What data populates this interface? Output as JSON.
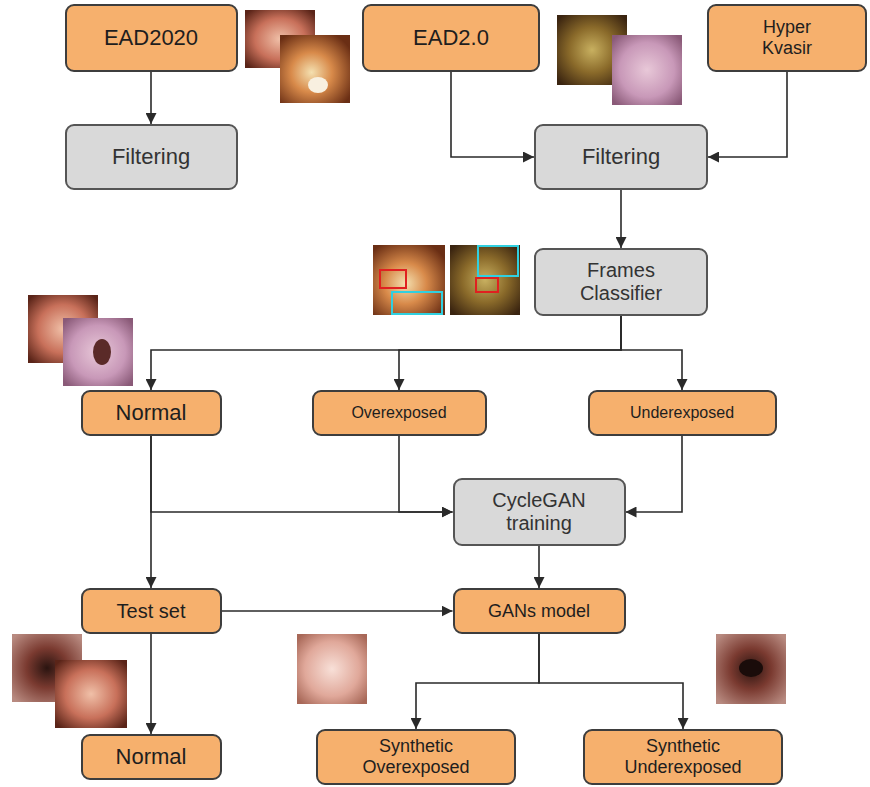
{
  "diagram": {
    "nodes": [
      {
        "text": [
          "EAD2020"
        ]
      },
      {
        "text": [
          "EAD2.0"
        ]
      },
      {
        "text": [
          "Hyper Kvasir"
        ]
      },
      {
        "text": [
          "Filtering"
        ]
      },
      {
        "text": [
          "Filtering"
        ]
      },
      {
        "text": [
          "Frames Classifier"
        ]
      },
      {
        "text": [
          "Normal"
        ]
      },
      {
        "text": [
          "Overexposed"
        ]
      },
      {
        "text": [
          "Underexposed"
        ]
      },
      {
        "text": [
          "CycleGAN training"
        ]
      },
      {
        "text": [
          "Test set"
        ]
      },
      {
        "text": [
          "GANs model"
        ]
      },
      {
        "text": [
          "Normal"
        ]
      },
      {
        "text": [
          "Synthetic Overexposed"
        ]
      },
      {
        "text": [
          "Synthetic Underexposed"
        ]
      }
    ],
    "edges": [
      {
        "from": 0,
        "to": 3,
        "arrow": "to"
      },
      {
        "from": 1,
        "to": 4,
        "arrow": "to"
      },
      {
        "from": 2,
        "to": 4,
        "arrow": "to"
      },
      {
        "from": 4,
        "to": 5,
        "arrow": "to"
      },
      {
        "from": 5,
        "to": 6,
        "arrow": "to"
      },
      {
        "from": 5,
        "to": 7,
        "arrow": "to"
      },
      {
        "from": 5,
        "to": 8,
        "arrow": "to"
      },
      {
        "from": 6,
        "to": 9,
        "arrow": "to"
      },
      {
        "from": 7,
        "to": 9,
        "arrow": "to"
      },
      {
        "from": 8,
        "to": 9,
        "arrow": "to"
      },
      {
        "from": 6,
        "to": 10,
        "arrow": "to"
      },
      {
        "from": 9,
        "to": 11,
        "arrow": "to"
      },
      {
        "from": 10,
        "to": 11,
        "arrow": "to"
      },
      {
        "from": 10,
        "to": 12,
        "arrow": "to"
      },
      {
        "from": 11,
        "to": 13,
        "arrow": "to"
      },
      {
        "from": 11,
        "to": 14,
        "arrow": "to"
      }
    ]
  }
}
